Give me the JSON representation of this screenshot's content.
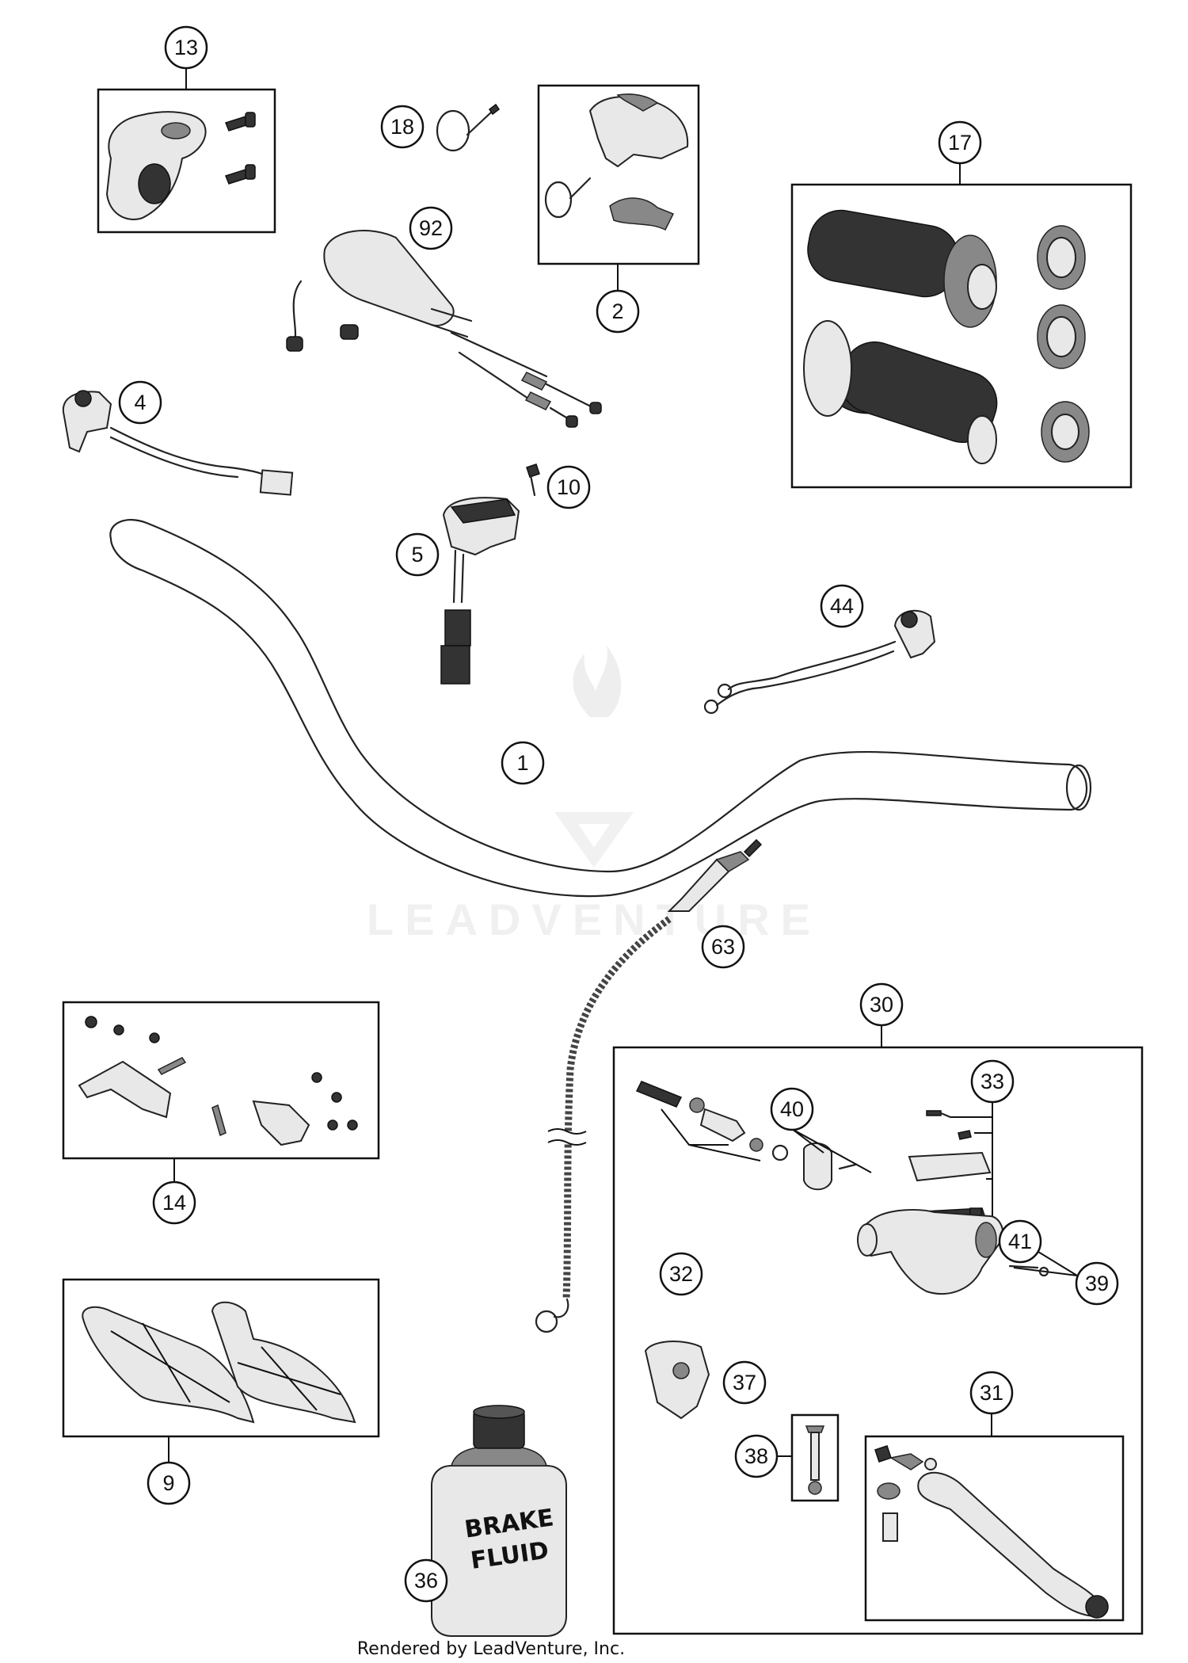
{
  "callouts": [
    {
      "number": "13",
      "part": "left handlebar switch clamp with bolts"
    },
    {
      "number": "18",
      "part": "cable tie"
    },
    {
      "number": "2",
      "part": "switch housing cover with cable tie"
    },
    {
      "number": "17",
      "part": "grip set with throttle cam inserts"
    },
    {
      "number": "92",
      "part": "throttle grip housing with cables"
    },
    {
      "number": "4",
      "part": "kill switch with wire harness"
    },
    {
      "number": "10",
      "part": "screw"
    },
    {
      "number": "5",
      "part": "combination switch"
    },
    {
      "number": "44",
      "part": "hot start switch with cable"
    },
    {
      "number": "1",
      "part": "handlebar"
    },
    {
      "number": "63",
      "part": "brake line"
    },
    {
      "number": "30",
      "part": "hand brake cylinder assembly"
    },
    {
      "number": "33",
      "part": "reservoir cover set"
    },
    {
      "number": "14",
      "part": "hand guard mounting kit"
    },
    {
      "number": "40",
      "part": "boot set"
    },
    {
      "number": "41",
      "part": "banjo bolt"
    },
    {
      "number": "32",
      "part": "piston repair kit"
    },
    {
      "number": "39",
      "part": "lever pin set"
    },
    {
      "number": "37",
      "part": "clamp"
    },
    {
      "number": "31",
      "part": "brake lever assembly"
    },
    {
      "number": "9",
      "part": "hand guards"
    },
    {
      "number": "38",
      "part": "bolt set"
    },
    {
      "number": "36",
      "part": "brake fluid"
    }
  ],
  "brake_fluid_can_label": [
    "BRAKE",
    "FLUID"
  ],
  "watermark": "LEADVENTURE",
  "footer": "Rendered by LeadVenture, Inc."
}
